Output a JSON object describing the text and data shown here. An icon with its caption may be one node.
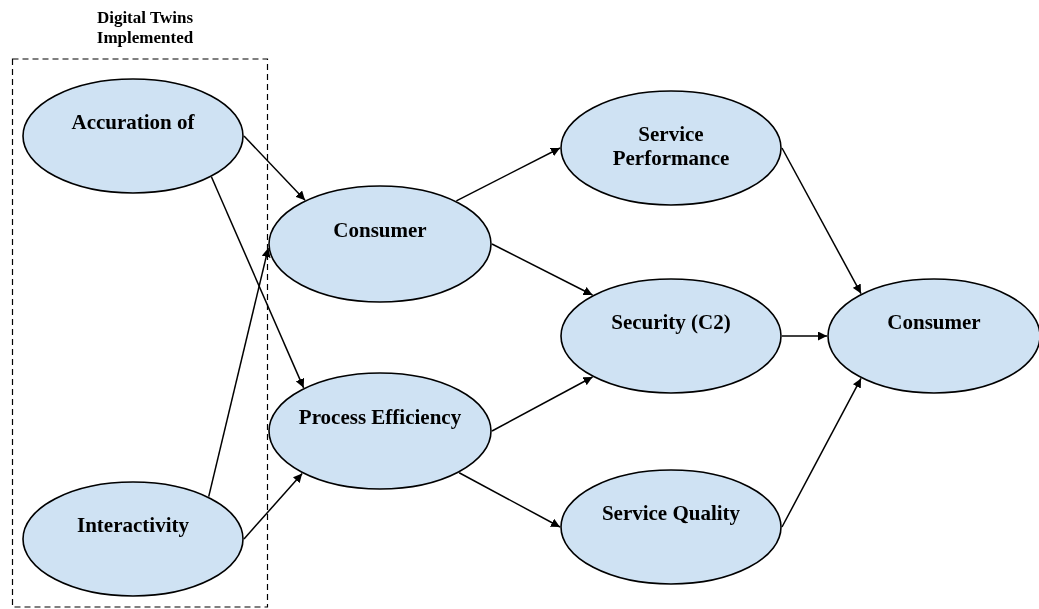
{
  "diagram": {
    "nodes": [
      {
        "text": [
          "Digital Twins Implemented"
        ]
      },
      {
        "text": [
          "Accuration of"
        ],
        "in": 0
      },
      {
        "text": [
          "Consumer"
        ]
      },
      {
        "text": [
          "Process Efficiency"
        ]
      },
      {
        "text": [
          "Interactivity"
        ],
        "in": 0
      },
      {
        "text": [
          "Service Performance"
        ]
      },
      {
        "text": [
          "Security (C2)"
        ]
      },
      {
        "text": [
          "Service Quality"
        ]
      },
      {
        "text": [
          "Consumer"
        ]
      }
    ],
    "edges": [
      {
        "from": 1,
        "to": 2,
        "arrow": "to"
      },
      {
        "from": 1,
        "to": 3,
        "arrow": "to"
      },
      {
        "from": 4,
        "to": 2,
        "arrow": "to"
      },
      {
        "from": 4,
        "to": 3,
        "arrow": "to"
      },
      {
        "from": 2,
        "to": 5,
        "arrow": "to"
      },
      {
        "from": 2,
        "to": 6,
        "arrow": "to"
      },
      {
        "from": 3,
        "to": 6,
        "arrow": "to"
      },
      {
        "from": 3,
        "to": 7,
        "arrow": "to"
      },
      {
        "from": 5,
        "to": 8,
        "arrow": "to"
      },
      {
        "from": 6,
        "to": 8,
        "arrow": "to"
      },
      {
        "from": 7,
        "to": 8,
        "arrow": "to"
      }
    ]
  }
}
